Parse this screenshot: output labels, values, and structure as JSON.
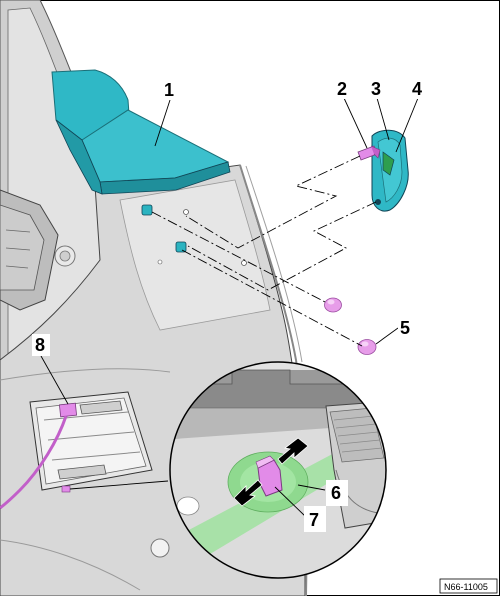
{
  "figure": {
    "reference_code": "N66-11005",
    "callouts": {
      "c1": "1",
      "c2": "2",
      "c3": "3",
      "c4": "4",
      "c5": "5",
      "c6": "6",
      "c7": "7",
      "c8": "8"
    }
  },
  "colors": {
    "outline": "#000000",
    "body_panel": "#d9d9d9",
    "body_shade": "#bdbdbd",
    "trim_cyan": "#2bb3c0",
    "clip_magenta": "#e28be8",
    "foam_green": "#7fdc7f",
    "detail_bg": "#e6e6e6"
  },
  "icons": {
    "detail_arrows": "arrow-icon"
  }
}
